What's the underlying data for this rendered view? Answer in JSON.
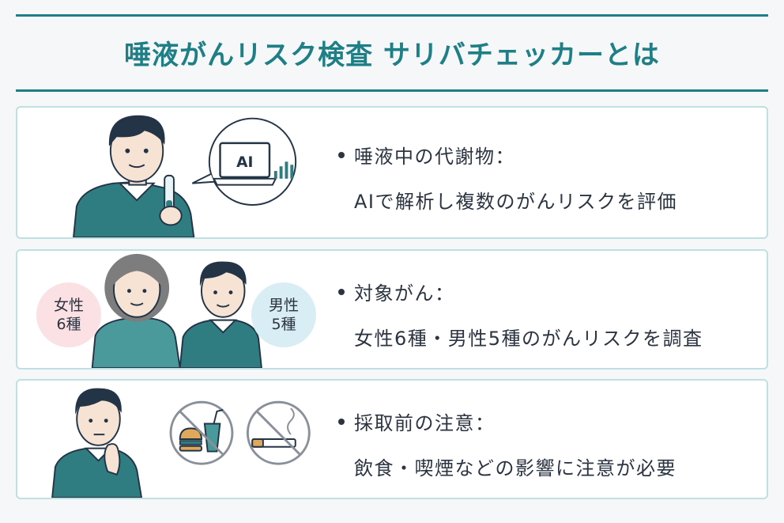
{
  "title": "唾液がんリスク検査 サリバチェッカーとは",
  "cards": [
    {
      "heading": "唾液中の代謝物：",
      "description": "AIで解析し複数のがんリスクを評価",
      "laptop_label": "AI"
    },
    {
      "heading": "対象がん：",
      "description": "女性6種・男性5種のがんリスクを調査",
      "badge_female": [
        "女性",
        "6種"
      ],
      "badge_male": [
        "男性",
        "5種"
      ]
    },
    {
      "heading": "採取前の注意：",
      "description": "飲食・喫煙などの影響に注意が必要"
    }
  ],
  "colors": {
    "accent": "#1e7f86",
    "card_border": "#bfe0e2",
    "sweater": "#2f7d80",
    "hair": "#243447",
    "badge_female": "#fbe1e4",
    "badge_male": "#d9edf5"
  }
}
